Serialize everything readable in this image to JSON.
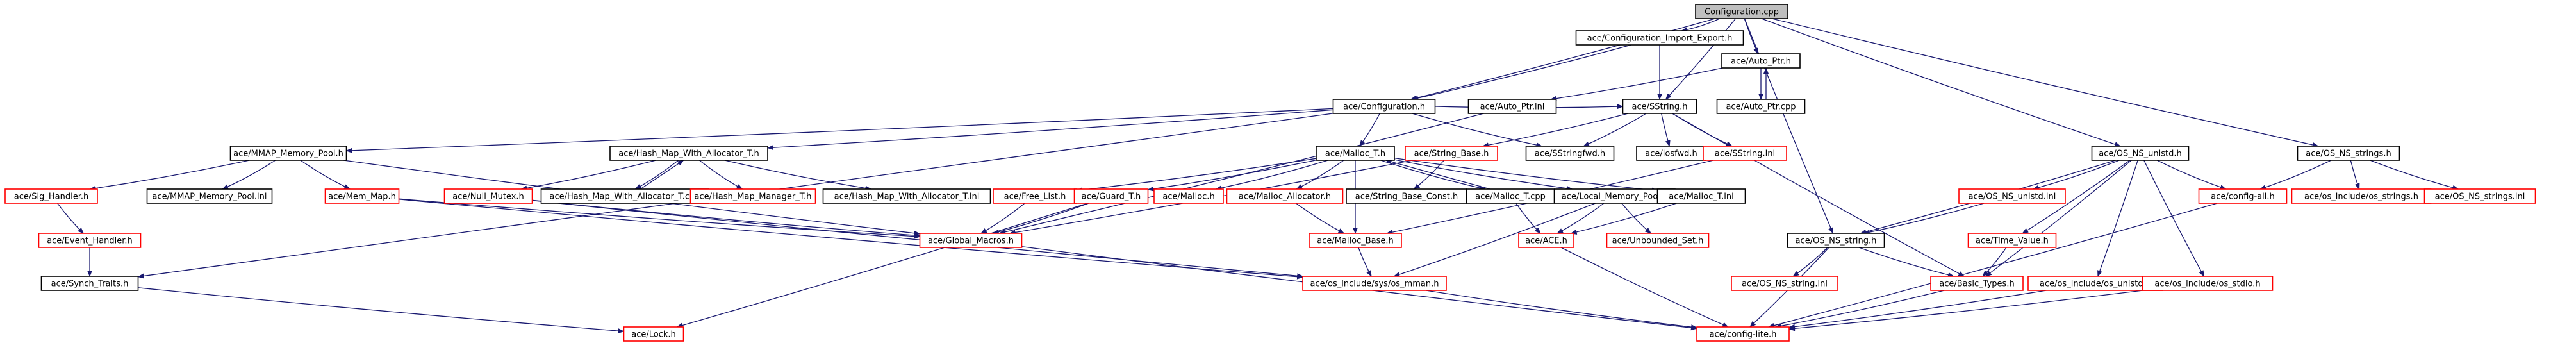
{
  "diagram": {
    "colors": {
      "edge": "#191970",
      "missing_border": "#ff0000",
      "root_fill": "#bfbfbf"
    },
    "nodes": [
      {
        "id": "configuration_cpp",
        "label": "Configuration.cpp",
        "root": true
      },
      {
        "id": "configuration_import_export_h",
        "label": "ace/Configuration_Import_Export.h"
      },
      {
        "id": "auto_ptr_h",
        "label": "ace/Auto_Ptr.h"
      },
      {
        "id": "auto_ptr_inl",
        "label": "ace/Auto_Ptr.inl"
      },
      {
        "id": "auto_ptr_cpp",
        "label": "ace/Auto_Ptr.cpp"
      },
      {
        "id": "configuration_h",
        "label": "ace/Configuration.h"
      },
      {
        "id": "sstring_h",
        "label": "ace/SString.h"
      },
      {
        "id": "mmap_memory_pool_h",
        "label": "ace/MMAP_Memory_Pool.h"
      },
      {
        "id": "hash_map_with_allocator_t_h",
        "label": "ace/Hash_Map_With_Allocator_T.h"
      },
      {
        "id": "malloc_t_h",
        "label": "ace/Malloc_T.h"
      },
      {
        "id": "string_base_h",
        "label": "ace/String_Base.h",
        "missing": true
      },
      {
        "id": "sstringfwd_h",
        "label": "ace/SStringfwd.h"
      },
      {
        "id": "iosfwd_h",
        "label": "ace/iosfwd.h"
      },
      {
        "id": "sstring_inl",
        "label": "ace/SString.inl",
        "missing": true
      },
      {
        "id": "os_ns_unistd_h",
        "label": "ace/OS_NS_unistd.h"
      },
      {
        "id": "os_ns_strings_h",
        "label": "ace/OS_NS_strings.h"
      },
      {
        "id": "sig_handler_h",
        "label": "ace/Sig_Handler.h",
        "missing": true
      },
      {
        "id": "mmap_memory_pool_inl",
        "label": "ace/MMAP_Memory_Pool.inl"
      },
      {
        "id": "mem_map_h",
        "label": "ace/Mem_Map.h",
        "missing": true
      },
      {
        "id": "null_mutex_h",
        "label": "ace/Null_Mutex.h",
        "missing": true
      },
      {
        "id": "hash_map_with_allocator_t_cpp",
        "label": "ace/Hash_Map_With_Allocator_T.cpp"
      },
      {
        "id": "hash_map_manager_t_h",
        "label": "ace/Hash_Map_Manager_T.h",
        "missing": true
      },
      {
        "id": "hash_map_with_allocator_t_inl",
        "label": "ace/Hash_Map_With_Allocator_T.inl"
      },
      {
        "id": "free_list_h",
        "label": "ace/Free_List.h",
        "missing": true
      },
      {
        "id": "guard_t_h",
        "label": "ace/Guard_T.h",
        "missing": true
      },
      {
        "id": "malloc_h",
        "label": "ace/Malloc.h",
        "missing": true
      },
      {
        "id": "malloc_allocator_h",
        "label": "ace/Malloc_Allocator.h",
        "missing": true
      },
      {
        "id": "string_base_const_h",
        "label": "ace/String_Base_Const.h"
      },
      {
        "id": "malloc_t_cpp",
        "label": "ace/Malloc_T.cpp"
      },
      {
        "id": "local_memory_pool_h",
        "label": "ace/Local_Memory_Pool.h"
      },
      {
        "id": "malloc_t_inl",
        "label": "ace/Malloc_T.inl"
      },
      {
        "id": "os_ns_unistd_inl",
        "label": "ace/OS_NS_unistd.inl",
        "missing": true
      },
      {
        "id": "config_all_h",
        "label": "ace/config-all.h",
        "missing": true
      },
      {
        "id": "os_include_os_strings_h",
        "label": "ace/os_include/os_strings.h",
        "missing": true
      },
      {
        "id": "os_ns_strings_inl",
        "label": "ace/OS_NS_strings.inl",
        "missing": true
      },
      {
        "id": "event_handler_h",
        "label": "ace/Event_Handler.h",
        "missing": true
      },
      {
        "id": "global_macros_h",
        "label": "ace/Global_Macros.h",
        "missing": true
      },
      {
        "id": "ace_h",
        "label": "ace/ACE.h",
        "missing": true
      },
      {
        "id": "malloc_base_h",
        "label": "ace/Malloc_Base.h",
        "missing": true
      },
      {
        "id": "unbounded_set_h",
        "label": "ace/Unbounded_Set.h",
        "missing": true
      },
      {
        "id": "os_ns_string_h",
        "label": "ace/OS_NS_string.h"
      },
      {
        "id": "time_value_h",
        "label": "ace/Time_Value.h",
        "missing": true
      },
      {
        "id": "synch_traits_h",
        "label": "ace/Synch_Traits.h"
      },
      {
        "id": "os_include_sys_os_mman_h",
        "label": "ace/os_include/sys/os_mman.h",
        "missing": true
      },
      {
        "id": "os_ns_string_inl",
        "label": "ace/OS_NS_string.inl",
        "missing": true
      },
      {
        "id": "basic_types_h",
        "label": "ace/Basic_Types.h",
        "missing": true
      },
      {
        "id": "os_include_os_unistd_h",
        "label": "ace/os_include/os_unistd.h",
        "missing": true
      },
      {
        "id": "os_include_os_stdio_h",
        "label": "ace/os_include/os_stdio.h",
        "missing": true
      },
      {
        "id": "lock_h",
        "label": "ace/Lock.h",
        "missing": true
      },
      {
        "id": "config_lite_h",
        "label": "ace/config-lite.h",
        "missing": true
      }
    ],
    "edges": [
      [
        "configuration_cpp",
        "configuration_import_export_h"
      ],
      [
        "configuration_cpp",
        "auto_ptr_h"
      ],
      [
        "configuration_cpp",
        "configuration_h"
      ],
      [
        "configuration_cpp",
        "sstring_h"
      ],
      [
        "configuration_cpp",
        "os_ns_unistd_h"
      ],
      [
        "configuration_cpp",
        "os_ns_strings_h"
      ],
      [
        "configuration_cpp",
        "os_ns_string_h"
      ],
      [
        "configuration_import_export_h",
        "configuration_h"
      ],
      [
        "configuration_import_export_h",
        "sstring_h"
      ],
      [
        "auto_ptr_h",
        "auto_ptr_inl"
      ],
      [
        "auto_ptr_h",
        "auto_ptr_cpp"
      ],
      [
        "auto_ptr_cpp",
        "auto_ptr_h"
      ],
      [
        "configuration_h",
        "sstring_h"
      ],
      [
        "configuration_h",
        "mmap_memory_pool_h"
      ],
      [
        "configuration_h",
        "hash_map_with_allocator_t_h"
      ],
      [
        "configuration_h",
        "malloc_t_h"
      ],
      [
        "configuration_h",
        "sstringfwd_h"
      ],
      [
        "configuration_h",
        "synch_traits_h"
      ],
      [
        "auto_ptr_inl",
        "global_macros_h"
      ],
      [
        "sstring_h",
        "string_base_h"
      ],
      [
        "sstring_h",
        "sstringfwd_h"
      ],
      [
        "sstring_h",
        "iosfwd_h"
      ],
      [
        "sstring_h",
        "sstring_inl"
      ],
      [
        "sstring_h",
        "basic_types_h"
      ],
      [
        "sstring_inl",
        "malloc_base_h"
      ],
      [
        "mmap_memory_pool_h",
        "sig_handler_h"
      ],
      [
        "mmap_memory_pool_h",
        "mmap_memory_pool_inl"
      ],
      [
        "mmap_memory_pool_h",
        "mem_map_h"
      ],
      [
        "mmap_memory_pool_h",
        "global_macros_h"
      ],
      [
        "sig_handler_h",
        "event_handler_h"
      ],
      [
        "event_handler_h",
        "synch_traits_h"
      ],
      [
        "mem_map_h",
        "global_macros_h"
      ],
      [
        "mem_map_h",
        "os_include_sys_os_mman_h"
      ],
      [
        "hash_map_with_allocator_t_h",
        "null_mutex_h"
      ],
      [
        "hash_map_with_allocator_t_h",
        "hash_map_with_allocator_t_cpp"
      ],
      [
        "hash_map_with_allocator_t_h",
        "hash_map_manager_t_h"
      ],
      [
        "hash_map_with_allocator_t_h",
        "hash_map_with_allocator_t_inl"
      ],
      [
        "hash_map_with_allocator_t_cpp",
        "hash_map_with_allocator_t_h"
      ],
      [
        "null_mutex_h",
        "global_macros_h"
      ],
      [
        "null_mutex_h",
        "os_include_sys_os_mman_h"
      ],
      [
        "malloc_t_h",
        "free_list_h"
      ],
      [
        "malloc_t_h",
        "guard_t_h"
      ],
      [
        "malloc_t_h",
        "malloc_h"
      ],
      [
        "malloc_t_h",
        "malloc_allocator_h"
      ],
      [
        "malloc_t_h",
        "malloc_t_cpp"
      ],
      [
        "malloc_t_h",
        "local_memory_pool_h"
      ],
      [
        "malloc_t_h",
        "malloc_t_inl"
      ],
      [
        "malloc_t_h",
        "malloc_base_h"
      ],
      [
        "malloc_t_cpp",
        "malloc_t_h"
      ],
      [
        "string_base_h",
        "string_base_const_h"
      ],
      [
        "string_base_h",
        "global_macros_h"
      ],
      [
        "free_list_h",
        "global_macros_h"
      ],
      [
        "guard_t_h",
        "global_macros_h"
      ],
      [
        "guard_t_h",
        "lock_h"
      ],
      [
        "malloc_allocator_h",
        "malloc_base_h"
      ],
      [
        "malloc_t_cpp",
        "ace_h"
      ],
      [
        "malloc_t_inl",
        "ace_h"
      ],
      [
        "local_memory_pool_h",
        "unbounded_set_h"
      ],
      [
        "local_memory_pool_h",
        "ace_h"
      ],
      [
        "local_memory_pool_h",
        "os_include_sys_os_mman_h"
      ],
      [
        "ace_h",
        "config_lite_h"
      ],
      [
        "malloc_base_h",
        "os_include_sys_os_mman_h"
      ],
      [
        "os_ns_unistd_h",
        "os_ns_unistd_inl"
      ],
      [
        "os_ns_unistd_h",
        "os_ns_string_h"
      ],
      [
        "os_ns_unistd_h",
        "time_value_h"
      ],
      [
        "os_ns_unistd_h",
        "basic_types_h"
      ],
      [
        "os_ns_unistd_h",
        "os_include_os_unistd_h"
      ],
      [
        "os_ns_unistd_h",
        "os_include_os_stdio_h"
      ],
      [
        "os_ns_unistd_h",
        "config_all_h"
      ],
      [
        "os_ns_unistd_inl",
        "os_ns_string_h"
      ],
      [
        "os_ns_strings_h",
        "config_all_h"
      ],
      [
        "os_ns_strings_h",
        "os_include_os_strings_h"
      ],
      [
        "os_ns_strings_h",
        "os_ns_strings_inl"
      ],
      [
        "config_all_h",
        "config_lite_h"
      ],
      [
        "os_ns_string_h",
        "os_ns_string_inl"
      ],
      [
        "os_ns_string_h",
        "basic_types_h"
      ],
      [
        "os_ns_string_h",
        "config_lite_h"
      ],
      [
        "time_value_h",
        "basic_types_h"
      ],
      [
        "basic_types_h",
        "config_lite_h"
      ],
      [
        "os_include_os_unistd_h",
        "config_lite_h"
      ],
      [
        "os_include_os_stdio_h",
        "config_lite_h"
      ],
      [
        "os_include_sys_os_mman_h",
        "config_lite_h"
      ],
      [
        "synch_traits_h",
        "lock_h"
      ],
      [
        "global_macros_h",
        "config_lite_h"
      ]
    ]
  }
}
